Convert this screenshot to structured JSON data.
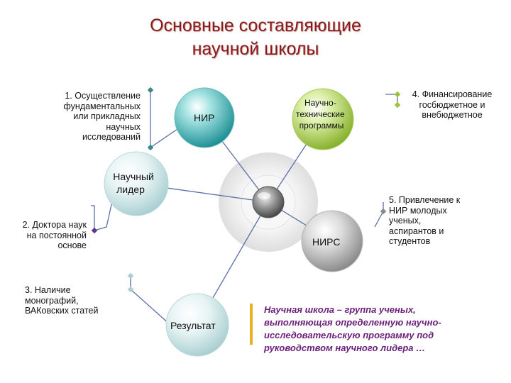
{
  "title": [
    "Основные составляющие",
    "научной школы"
  ],
  "nodes": {
    "nir": "НИР",
    "programs": [
      "Научно-",
      "технические",
      "программы"
    ],
    "leader": [
      "Научный",
      "лидер"
    ],
    "nirs": "НИРС",
    "result": "Результат"
  },
  "labels": {
    "l1": [
      "1. Осуществление",
      "фундаментальных",
      "или прикладных",
      "научных",
      "исследований"
    ],
    "l2": [
      "2. Доктора наук",
      "на постоянной",
      "основе"
    ],
    "l3": [
      "3. Наличие",
      "монографий,",
      "ВАКовских статей"
    ],
    "l4": [
      "4. Финансирование",
      "госбюджетное и",
      "внебюджетное"
    ],
    "l5": [
      "5. Привлечение к",
      "НИР молодых",
      "ученых,",
      "аспирантов и",
      "студентов"
    ]
  },
  "definition": [
    "Научная школа – группа ученых,",
    "выполняющая определенную научно-",
    "исследовательскую программу под",
    "руководством научного лидера …"
  ],
  "colors": {
    "title": "#8b1a1a",
    "teal_sphere": "#2aa8a8",
    "green_sphere": "#9cc43a",
    "grey_sphere": "#9a9a9a",
    "pale_sphere": "#d9ecec",
    "connector": "#5a6ea8",
    "definition_text": "#6a1f7a",
    "definition_bar": "#e7b21f"
  }
}
